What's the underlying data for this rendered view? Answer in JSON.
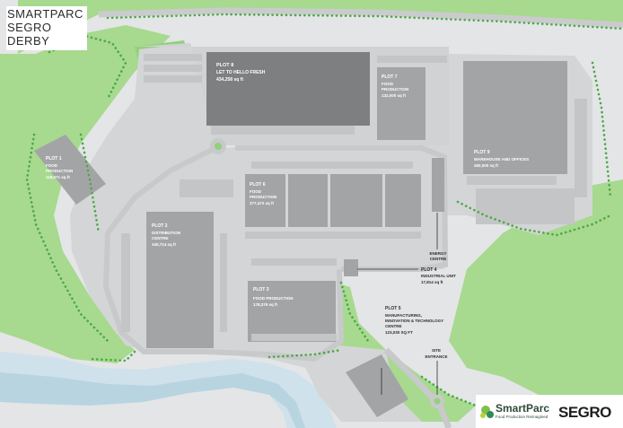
{
  "title": {
    "line1": "SMARTPARC",
    "line2": "SEGRO",
    "line3": "DERBY"
  },
  "plots": [
    {
      "id": "plot8",
      "name": "PLOT 8",
      "desc": "LET TO HELLO FRESH",
      "size": "434,258 sq ft"
    },
    {
      "id": "plot7",
      "name": "PLOT 7",
      "desc1": "FOOD",
      "desc2": "PRODUCTION",
      "size": "132,000 sq ft"
    },
    {
      "id": "plot9",
      "name": "PLOT 9",
      "desc": "WAREHOUSE AND OFFICES",
      "size": "450,000 sq ft"
    },
    {
      "id": "plot1",
      "name": "PLOT 1",
      "desc1": "FOOD",
      "desc2": "PRODUCTION",
      "size": "118,071 sq ft"
    },
    {
      "id": "plot6",
      "name": "PLOT 6",
      "desc1": "FOOD",
      "desc2": "PRODUCTION",
      "size": "377,472 sq ft"
    },
    {
      "id": "plot2",
      "name": "PLOT 2",
      "desc1": "DISTRIBUTION",
      "desc2": "CENTRE",
      "size": "340,714 sq ft"
    },
    {
      "id": "plot3",
      "name": "PLOT 3",
      "desc": "FOOD PRODUCTION",
      "size": "178,379 sq ft"
    },
    {
      "id": "plot4",
      "name": "PLOT 4",
      "desc": "INDUSTRIAL UNIT",
      "size": "17,814 sq ft"
    },
    {
      "id": "plot5",
      "name": "PLOT 5",
      "desc1": "MANUFACTURING,",
      "desc2": "INNOVATION & TECHNOLOGY",
      "desc3": "CENTRE",
      "size": "123,030 SQ FT"
    }
  ],
  "labels": {
    "energy_line1": "ENERGY",
    "energy_line2": "CENTRE",
    "site_line1": "SITE",
    "site_line2": "ENTRANCE"
  },
  "brand": {
    "smartparc": "SmartParc",
    "tagline": "Food Production Reimagined",
    "segro": "SEGRO"
  },
  "colors": {
    "building": "#7e7f81",
    "building_light": "#a3a4a6",
    "green": "#8fce7a",
    "green_dark": "#6fbf5a",
    "water": "#cfe1ea",
    "road": "#d9dadb",
    "parking": "#c4c5c7",
    "tree": "#4aa845",
    "accent": "#e3001b"
  }
}
